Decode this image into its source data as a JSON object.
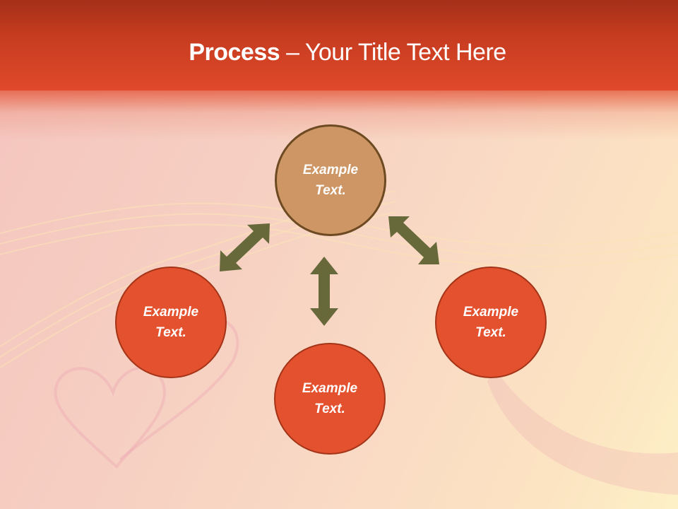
{
  "slide": {
    "title_bold": "Process",
    "title_rest": " – Your Title Text Here"
  },
  "diagram": {
    "type": "cycle-hub",
    "nodes": [
      {
        "id": "top",
        "line1": "Example",
        "line2": "Text.",
        "fill": "#cd9664",
        "border": "#6e4a22"
      },
      {
        "id": "left",
        "line1": "Example",
        "line2": "Text.",
        "fill": "#e4512e",
        "border": "#a43418"
      },
      {
        "id": "bottom",
        "line1": "Example",
        "line2": "Text.",
        "fill": "#e4512e",
        "border": "#a43418"
      },
      {
        "id": "right",
        "line1": "Example",
        "line2": "Text.",
        "fill": "#e4512e",
        "border": "#a43418"
      }
    ],
    "connectors": [
      {
        "from": "top",
        "to": "left",
        "style": "double-arrow"
      },
      {
        "from": "top",
        "to": "bottom",
        "style": "double-arrow"
      },
      {
        "from": "top",
        "to": "right",
        "style": "double-arrow"
      }
    ],
    "arrow_color": "#68693a"
  },
  "colors": {
    "header_top": "#a52f18",
    "header_bottom": "#e0492a",
    "background_left": "#f4c4be",
    "background_right": "#fdf0c6"
  }
}
